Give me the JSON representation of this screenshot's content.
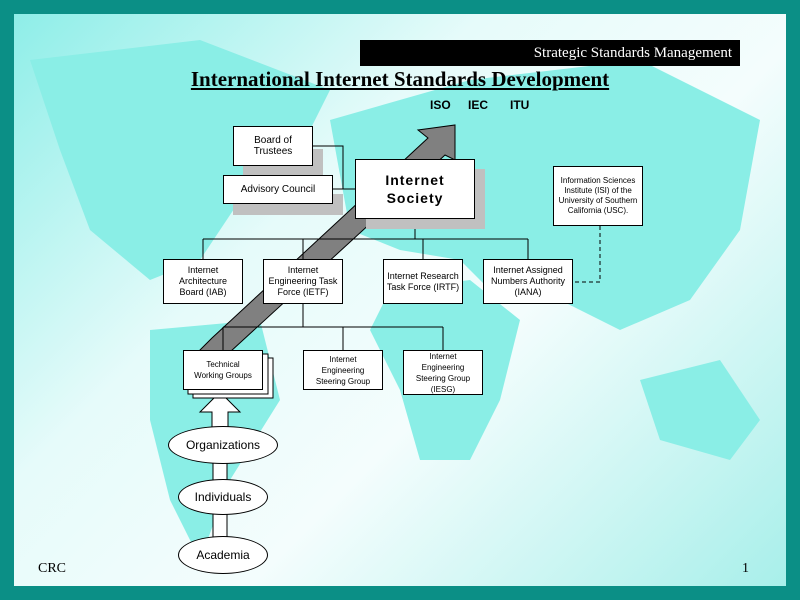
{
  "banner": "Strategic Standards Management",
  "title": "International Internet Standards Development",
  "standards_bodies": [
    "ISO",
    "IEC",
    "ITU"
  ],
  "nodes": {
    "board": "Board of Trustees",
    "advisory": "Advisory Council",
    "isoc": "Internet Society",
    "isi": "Information Sciences Institute (ISI) of the University of Southern California (USC).",
    "iab": "Internet Architecture Board (IAB)",
    "ietf": "Internet Engineering Task Force (IETF)",
    "irtf": "Internet Research Task Force (IRTF)",
    "iana": "Internet Assigned Numbers Authority (IANA)",
    "twg": "Technical Working Groups",
    "esg": "Internet Engineering Steering Group",
    "iesg": "Internet Engineering Steering Group (IESG)",
    "organizations": "Organizations",
    "individuals": "Individuals",
    "academia": "Academia"
  },
  "footer": {
    "left": "CRC",
    "page": "1"
  }
}
